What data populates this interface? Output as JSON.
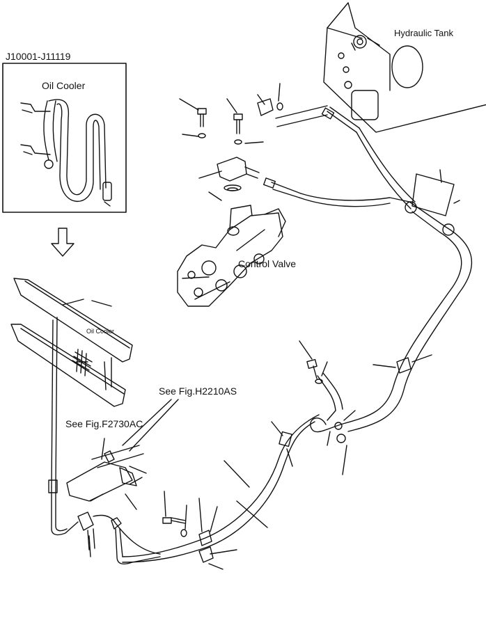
{
  "labels": {
    "serial_range": "J10001-J11119",
    "inset_title": "Oil  Cooler",
    "hydraulic_tank": "Hydraulic Tank",
    "control_valve": "Control  Valve",
    "oil_cooler_small": "Oil   Cooler",
    "see_fig_h": "See Fig.H2210AS",
    "see_fig_f": "See Fig.F2730AC"
  },
  "colors": {
    "ink": "#111111",
    "paper": "#ffffff"
  }
}
